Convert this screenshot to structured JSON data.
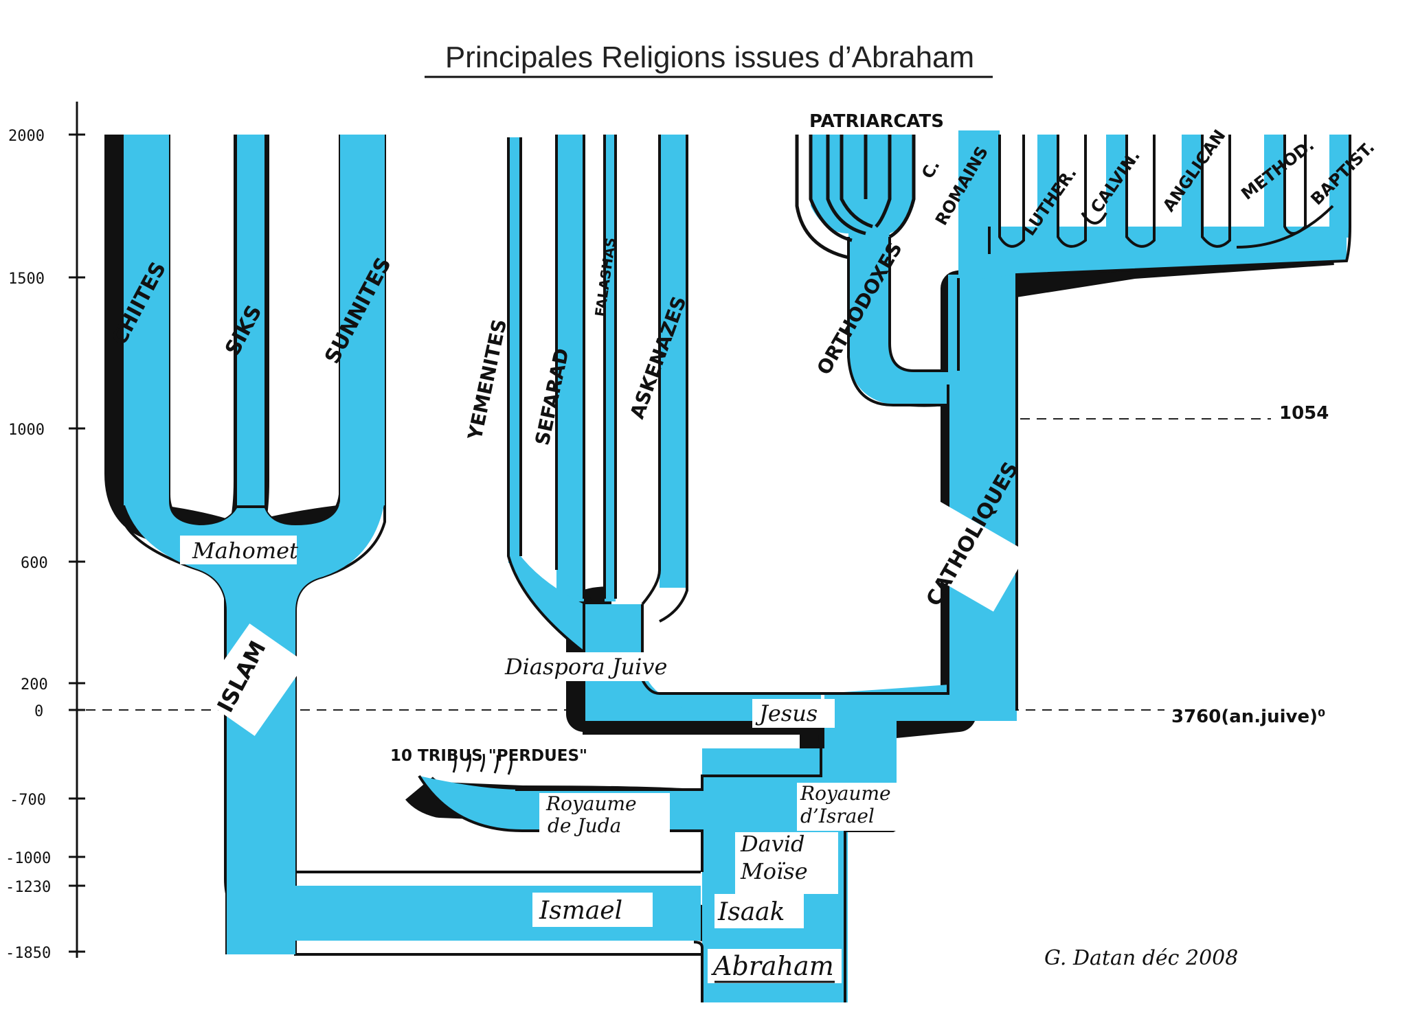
{
  "title": "Principales Religions issues d’Abraham",
  "axis": {
    "ticks": [
      "2000",
      "1500",
      "1000",
      "600",
      "200",
      "0",
      "-700",
      "-1000",
      "-1230",
      "-1850"
    ]
  },
  "reference_lines": {
    "schism": "1054",
    "zero": "3760(an.juive)⁰"
  },
  "islam": {
    "trunk": "ISLAM",
    "founder": "Mahomet",
    "branches": [
      "CHIITES",
      "SIKS",
      "SUNNITES"
    ]
  },
  "judaism": {
    "diaspora": "Diaspora Juive",
    "branches": [
      "YEMENITES",
      "SEFARAD",
      "FALASHAS",
      "ASKENAZES"
    ],
    "lost_tribes": "10 TRIBUS \"PERDUES\"",
    "kingdom_juda": [
      "Royaume",
      "de Juda"
    ],
    "kingdom_israel": [
      "Royaume",
      "d’Israel"
    ]
  },
  "christianity": {
    "origin": "Jesus",
    "catholic": "CATHOLIQUES",
    "orthodox": "ORTHODOXES",
    "patriarchates": "PATRIARCATS",
    "roman": [
      "C.",
      "ROMAINS"
    ],
    "protestant": [
      "LUTHER.",
      "CALVIN.",
      "ANGLICAN",
      "METHOD.",
      "BAPTIST."
    ]
  },
  "patriarchs": {
    "ismael": "Ismael",
    "isaak": "Isaak",
    "moise": "Moïse",
    "david": "David",
    "abraham": "Abraham"
  },
  "signature": "G. Datan déc 2008",
  "colors": {
    "marker": "#3ec3ea",
    "ink": "#111111",
    "paper": "#ffffff"
  }
}
